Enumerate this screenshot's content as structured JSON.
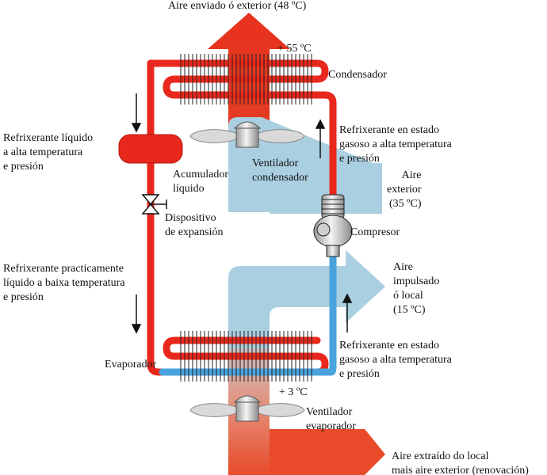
{
  "labels": {
    "air_out_top": "Aire enviado ó exterior (48 ºC)",
    "temp_hot": "+ 55 ºC",
    "condenser": "Condensador",
    "liquid_high": [
      "Refrixerante líquido",
      "a alta temperatura",
      "e presión"
    ],
    "gas_high_top": [
      "Refrixerante en estado",
      "gasoso a alta temperatura",
      "e presión"
    ],
    "accumulator": [
      "Acumulador",
      "líquido"
    ],
    "fan_condenser": [
      "Ventilador",
      "condensador"
    ],
    "outside_air": [
      "Aire",
      "exterior",
      "(35 ºC)"
    ],
    "expansion": [
      "Dispositivo",
      "de expansión"
    ],
    "compressor": "Compresor",
    "liquid_low": [
      "Refrixerante practicamente",
      "líquido a baixa temperatura",
      "e presión"
    ],
    "supply_air": [
      "Aire",
      "impulsado",
      "ó local",
      "(15 ºC)"
    ],
    "gas_high_bottom": [
      "Refrixerante en estado",
      "gasoso a alta temperatura",
      "e presión"
    ],
    "evaporator": "Evaporador",
    "temp_cold": "+ 3 ºC",
    "fan_evaporator": [
      "Ventilador",
      "evaporador"
    ],
    "return_air": [
      "Aire extraído do local",
      "mais aire exterior (renovación)"
    ]
  },
  "colors": {
    "hot_refrigerant": "#e8281c",
    "cold_refrigerant": "#4aa3dc",
    "air_flow": "#a9cfe0",
    "hot_air": "#e0442a"
  },
  "icons": [
    "fan-icon",
    "compressor-icon",
    "expansion-valve-icon",
    "accumulator-icon",
    "flow-arrow-icon"
  ]
}
